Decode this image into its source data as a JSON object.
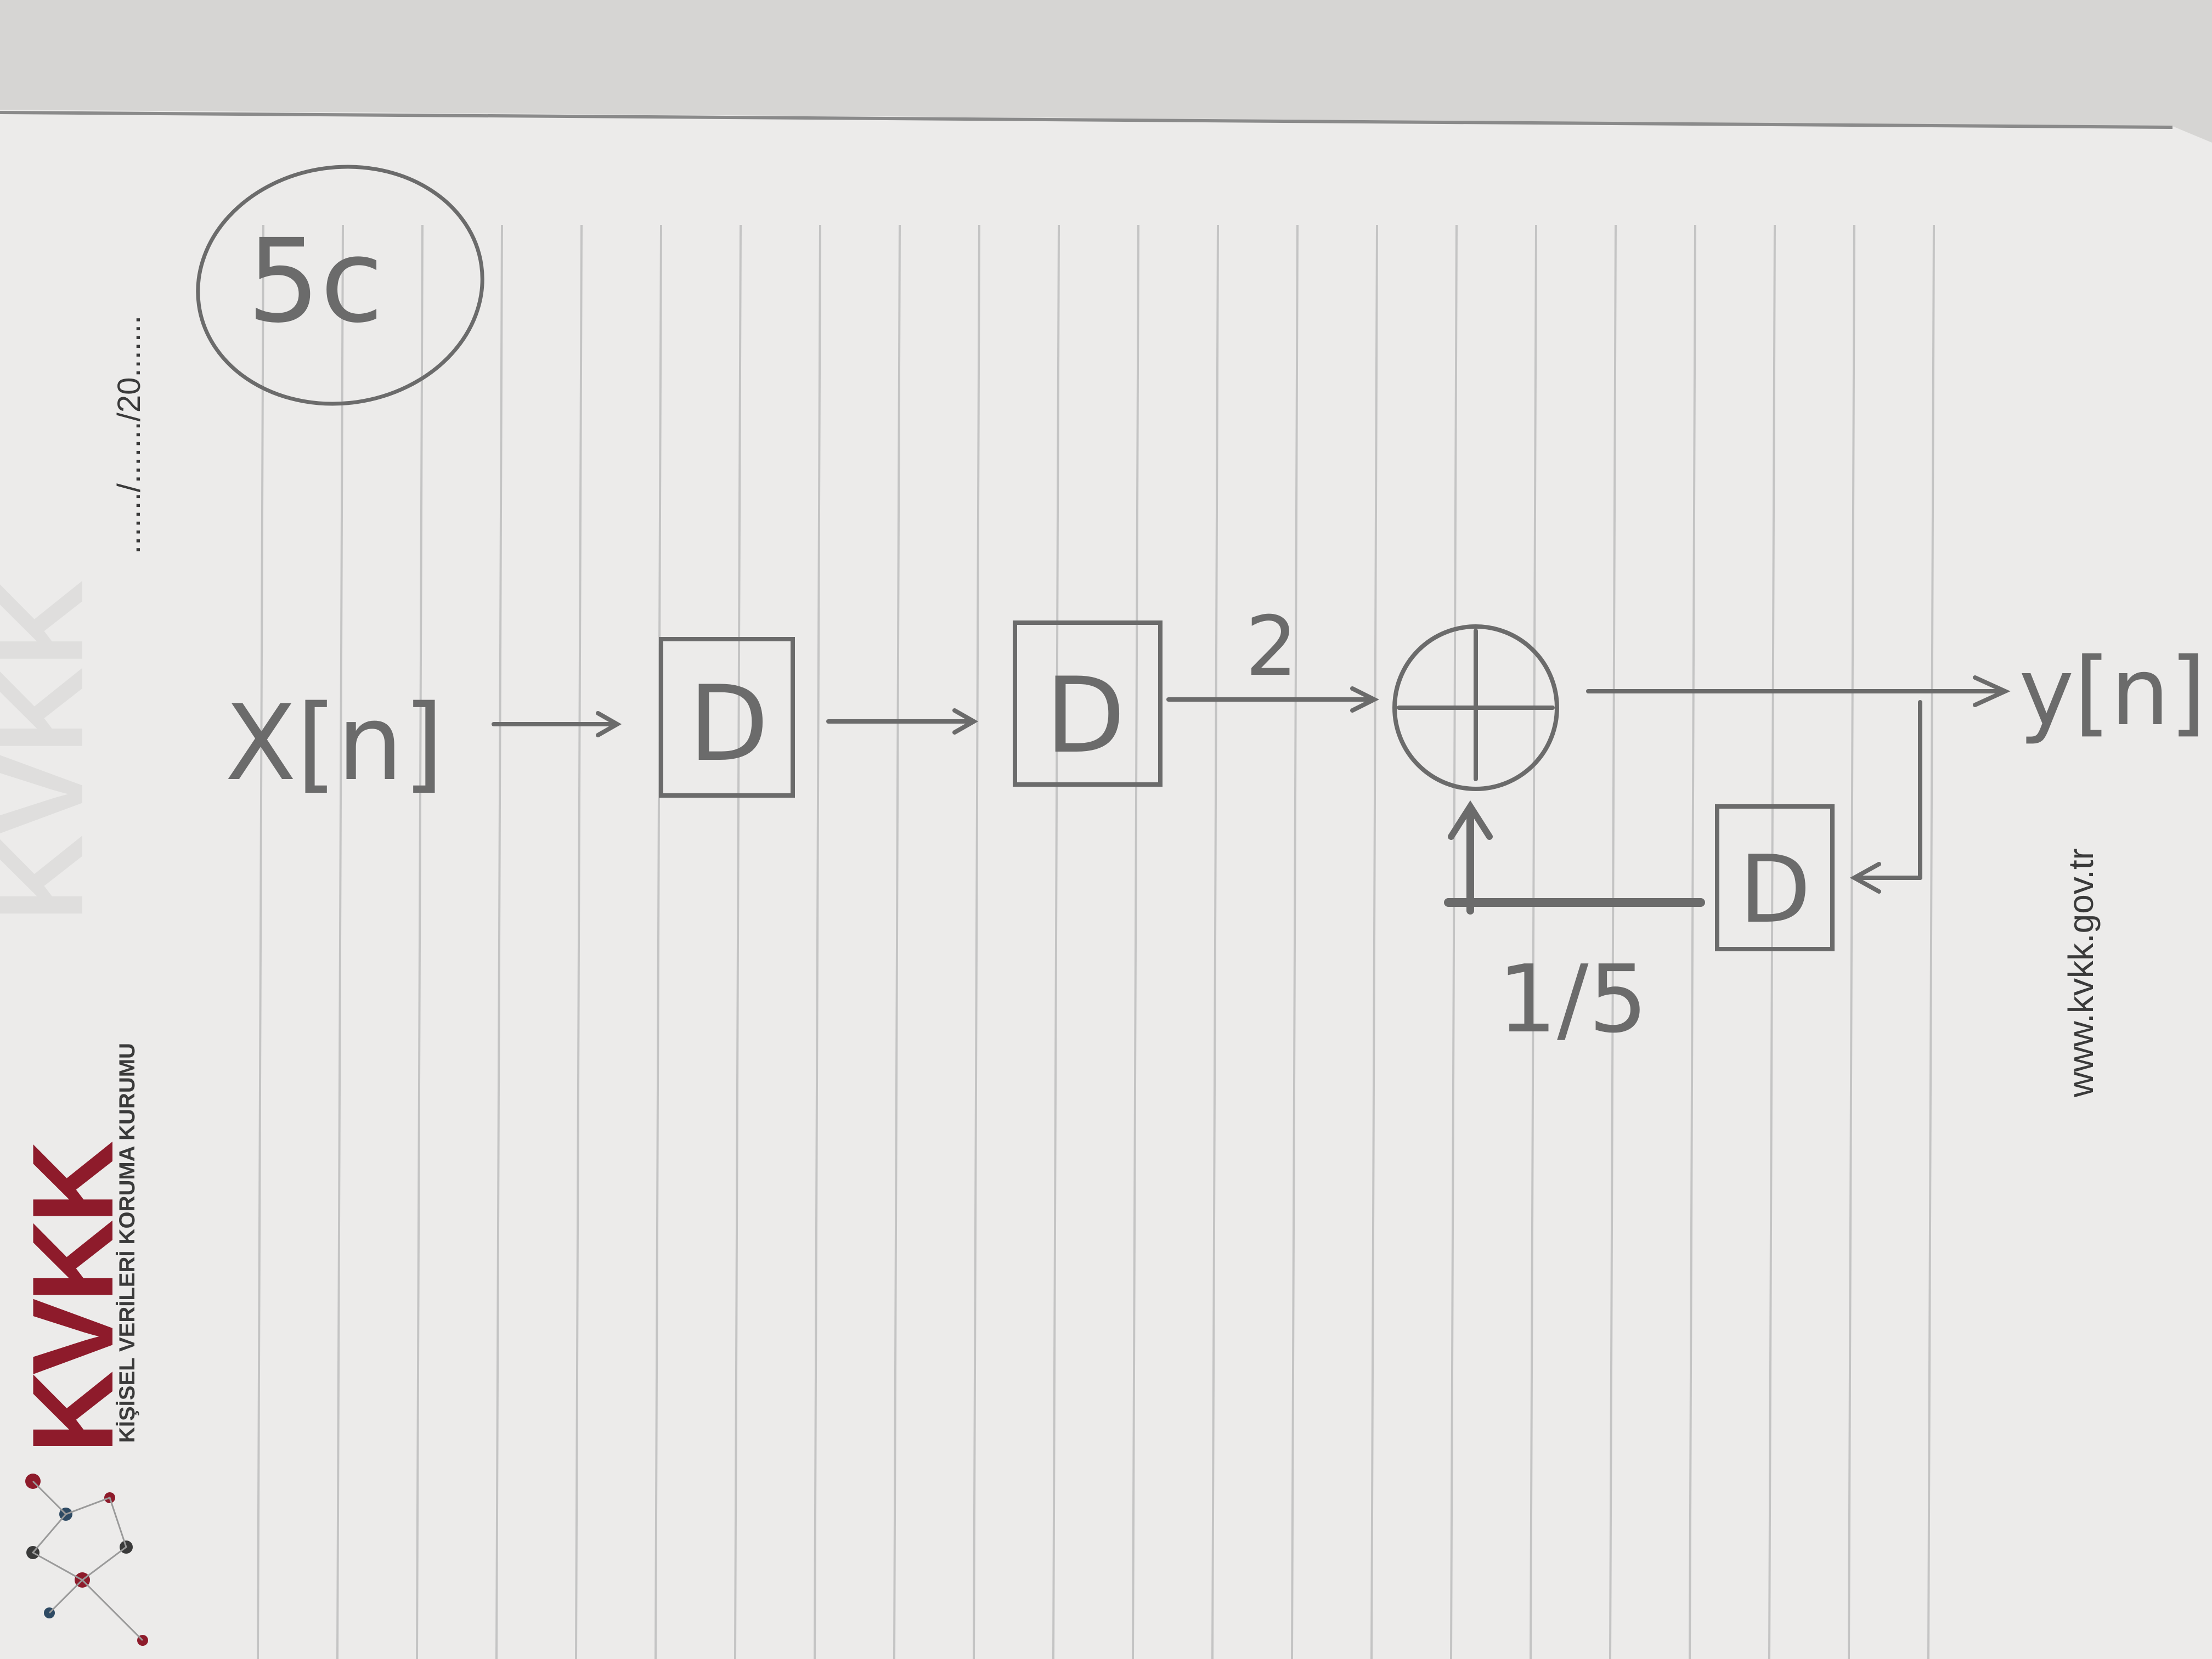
{
  "header": {
    "date_field": "......./......./20.......",
    "brand_name": "KVKK",
    "brand_subtitle": "KİŞİSEL VERİLERİ KORUMA KURUMU",
    "website": "www.kvkk.gov.tr"
  },
  "diagram": {
    "problem_label": "5c",
    "input_label": "X[n]",
    "output_label": "y[n]",
    "delay_label": "D",
    "gain_forward": "2",
    "gain_feedback": "1/5",
    "adder_symbol": "+"
  },
  "colors": {
    "paper": "#eeeeec",
    "ink_pencil": "#6b6b6b",
    "rule_line": "#c7c7c7",
    "brand_red": "#8e1b2b",
    "brand_gray": "#3a3a3a"
  }
}
